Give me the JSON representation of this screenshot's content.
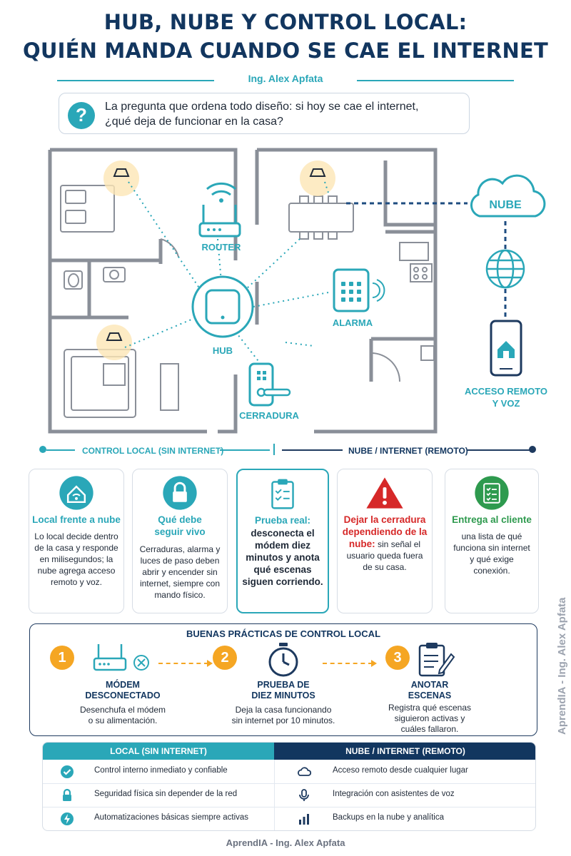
{
  "title": {
    "line1": "HUB, NUBE Y CONTROL LOCAL:",
    "line2": "QUIÉN MANDA CUANDO SE CAE EL INTERNET",
    "author": "Ing. Alex Apfata"
  },
  "question": {
    "icon": "question-icon",
    "glyph": "?",
    "line1": "La pregunta que ordena todo diseño: si hoy se cae el internet,",
    "line2": "¿qué deja de funcionar en la casa?"
  },
  "plan": {
    "router_label": "ROUTER",
    "hub_label": "HUB",
    "alarm_label": "ALARMA",
    "lock_label": "CERRADURA",
    "cloud_label": "NUBE",
    "remote_label_1": "ACCESO REMOTO",
    "remote_label_2": "Y VOZ"
  },
  "divider": {
    "local": "CONTROL LOCAL (SIN INTERNET)",
    "cloud": "NUBE / INTERNET (REMOTO)"
  },
  "cards": [
    {
      "icon": "home-wifi-icon",
      "title": "Local frente a nube",
      "body": [
        "Lo local decide dentro",
        "de la casa y responde",
        "en milisegundos; la",
        "nube agrega acceso",
        "remoto y voz."
      ]
    },
    {
      "icon": "padlock-icon",
      "title_1": "Qué debe",
      "title_2": "seguir vivo",
      "body": [
        "Cerraduras, alarma y",
        "luces de paso deben",
        "abrir y encender sin",
        "internet, siempre con",
        "mando físico."
      ]
    },
    {
      "icon": "clipboard-check-icon",
      "title_1": "Prueba real:",
      "body": [
        "desconecta el",
        "módem diez",
        "minutos y anota",
        "qué escenas",
        "siguen corriendo."
      ]
    },
    {
      "icon": "warning-icon",
      "title_1": "Dejar la cerradura",
      "title_2": "dependiendo de la",
      "title_3": "nube:",
      "body_first": "sin señal el",
      "body": [
        "usuario queda fuera",
        "de su casa."
      ]
    },
    {
      "icon": "checklist-icon",
      "title": "Entrega al cliente",
      "body": [
        "una lista de qué",
        "funciona sin internet",
        "y qué exige",
        "conexión."
      ]
    }
  ],
  "practices": {
    "title": "BUENAS PRÁCTICAS DE CONTROL LOCAL",
    "steps": [
      {
        "num": "1",
        "icon": "modem-off-icon",
        "title_1": "MÓDEM",
        "title_2": "DESCONECTADO",
        "desc_1": "Desenchufa el módem",
        "desc_2": "o su alimentación."
      },
      {
        "num": "2",
        "icon": "stopwatch-icon",
        "title_1": "PRUEBA DE",
        "title_2": "DIEZ MINUTOS",
        "desc_1": "Deja la casa funcionando",
        "desc_2": "sin internet por 10 minutos."
      },
      {
        "num": "3",
        "icon": "clipboard-pen-icon",
        "title_1": "ANOTAR",
        "title_2": "ESCENAS",
        "desc_1": "Registra qué escenas",
        "desc_2": "siguieron activas y",
        "desc_3": "cuáles fallaron."
      }
    ]
  },
  "table": {
    "local_header": "LOCAL (SIN INTERNET)",
    "cloud_header": "NUBE / INTERNET (REMOTO)",
    "local_rows": [
      {
        "icon": "check-circle-icon",
        "text": "Control interno inmediato y confiable"
      },
      {
        "icon": "lock-icon",
        "text": "Seguridad física sin depender de la red"
      },
      {
        "icon": "bolt-icon",
        "text": "Automatizaciones básicas siempre activas"
      }
    ],
    "cloud_rows": [
      {
        "icon": "cloud-icon",
        "text": "Acceso remoto desde cualquier lugar"
      },
      {
        "icon": "microphone-icon",
        "text": "Integración con asistentes de voz"
      },
      {
        "icon": "bar-chart-icon",
        "text": "Backups en la nube y analítica"
      }
    ]
  },
  "footer": "AprendIA - Ing. Alex Apfata",
  "watermark": "AprendIA - Ing. Alex Apfata",
  "colors": {
    "teal": "#2aa7b8",
    "navy": "#12365f",
    "orange": "#f5a623",
    "red": "#d62828",
    "green": "#2e9a4e"
  }
}
